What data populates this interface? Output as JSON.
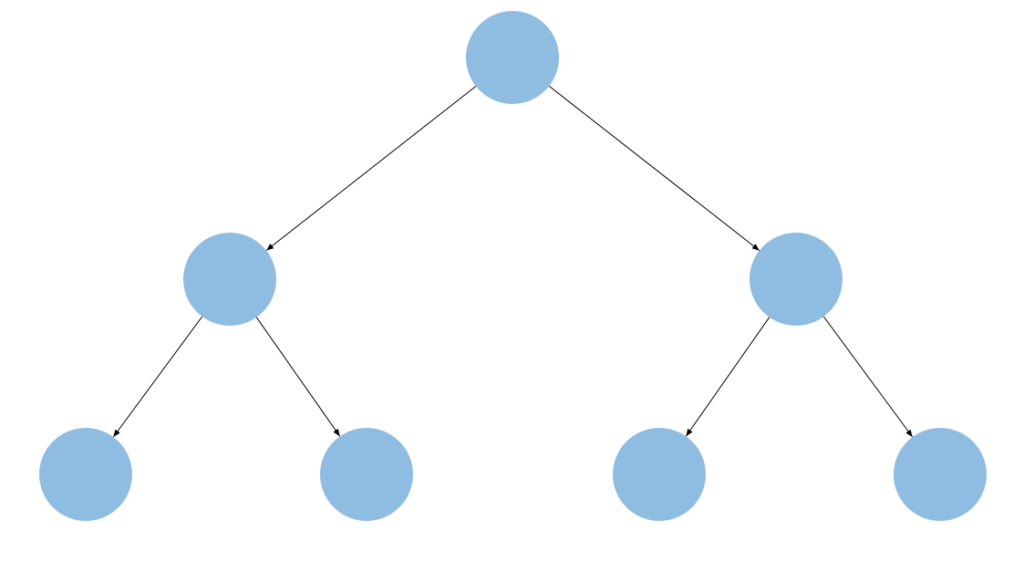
{
  "diagram": {
    "type": "binary-tree",
    "node_color": "#8fbce1",
    "edge_color": "#000000",
    "directed": true,
    "nodes": [
      {
        "id": "n0",
        "level": 0
      },
      {
        "id": "n1",
        "level": 1
      },
      {
        "id": "n2",
        "level": 1
      },
      {
        "id": "n3",
        "level": 2
      },
      {
        "id": "n4",
        "level": 2
      },
      {
        "id": "n5",
        "level": 2
      },
      {
        "id": "n6",
        "level": 2
      }
    ],
    "edges": [
      {
        "from": "n0",
        "to": "n1"
      },
      {
        "from": "n0",
        "to": "n2"
      },
      {
        "from": "n1",
        "to": "n3"
      },
      {
        "from": "n1",
        "to": "n4"
      },
      {
        "from": "n2",
        "to": "n5"
      },
      {
        "from": "n2",
        "to": "n6"
      }
    ]
  }
}
